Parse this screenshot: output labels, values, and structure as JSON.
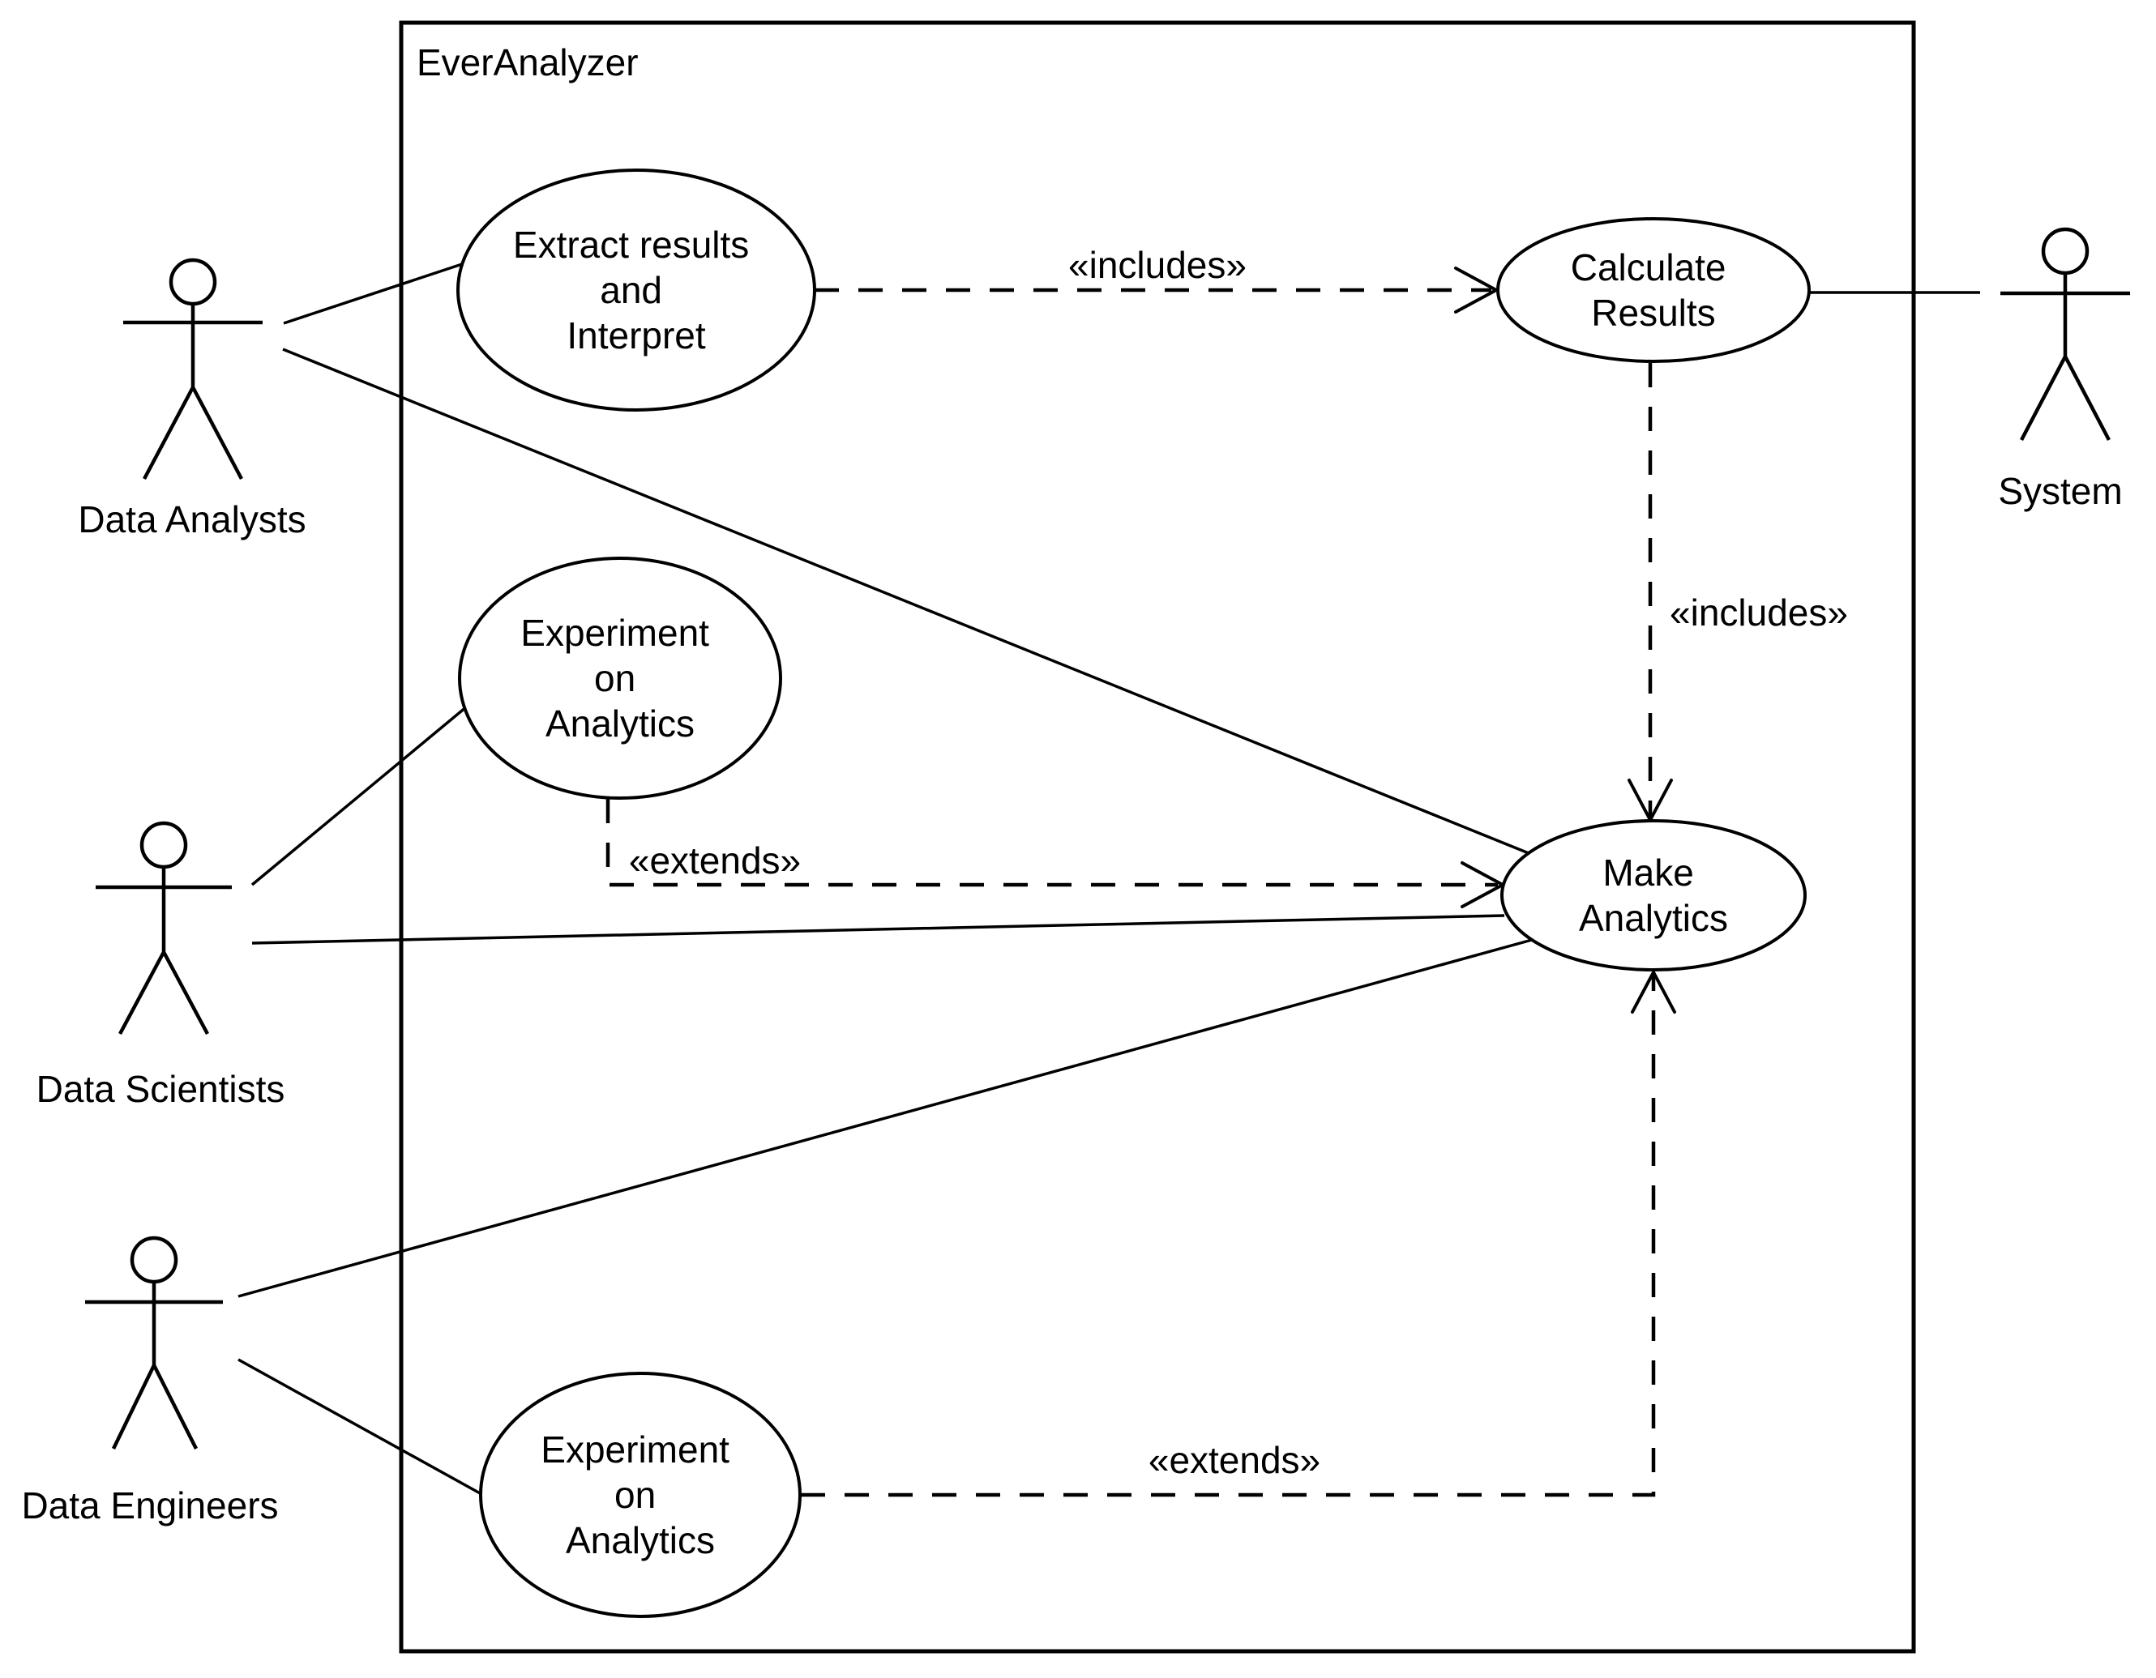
{
  "diagram": {
    "kind": "uml-use-case-diagram",
    "system_boundary": {
      "label": "EverAnalyzer"
    },
    "actors": {
      "data_analysts": {
        "label": "Data Analysts"
      },
      "data_scientists": {
        "label": "Data Scientists"
      },
      "data_engineers": {
        "label": "Data Engineers"
      },
      "system": {
        "label": "System"
      }
    },
    "use_cases": {
      "extract_results": {
        "line1": "Extract results",
        "line2": "and",
        "line3": "Interpret"
      },
      "experiment_upper": {
        "line1": "Experiment",
        "line2": "on",
        "line3": "Analytics"
      },
      "calculate_results": {
        "line1": "Calculate",
        "line2": "Results"
      },
      "make_analytics": {
        "line1": "Make",
        "line2": "Analytics"
      },
      "experiment_lower": {
        "line1": "Experiment",
        "line2": "on",
        "line3": "Analytics"
      }
    },
    "relationships": {
      "includes_horizontal_label": "«includes»",
      "includes_vertical_label": "«includes»",
      "extends_upper_label": "«extends»",
      "extends_lower_label": "«extends»"
    },
    "colors": {
      "stroke": "#000000",
      "background": "#ffffff"
    }
  }
}
